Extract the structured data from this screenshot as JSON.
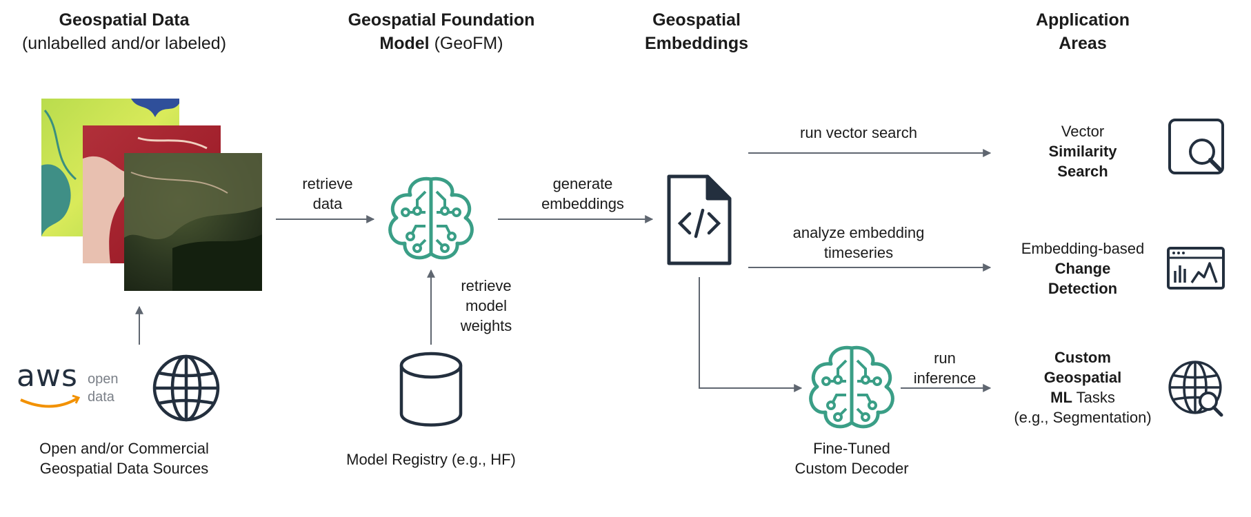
{
  "headers": {
    "data_title": "Geospatial Data",
    "data_sub": "(unlabelled and/or labeled)",
    "model_line1": "Geospatial Foundation",
    "model_bold": "Model",
    "model_abbr": " (GeoFM)",
    "emb_line1": "Geospatial",
    "emb_line2": "Embeddings",
    "app_line1": "Application",
    "app_line2": "Areas"
  },
  "labels": {
    "retrieve_data": [
      "retrieve",
      "data"
    ],
    "generate_embeddings": [
      "generate",
      "embeddings"
    ],
    "retrieve_weights": [
      "retrieve",
      "model",
      "weights"
    ],
    "run_vector_search": "run vector search",
    "analyze_timeseries": [
      "analyze embedding",
      "timeseries"
    ],
    "run_inference": [
      "run",
      "inference"
    ]
  },
  "sources": {
    "aws_logo": "aws",
    "open_data": [
      "open",
      "data"
    ],
    "caption": [
      "Open and/or Commercial",
      "Geospatial Data Sources"
    ]
  },
  "registry": {
    "caption": "Model Registry (e.g., HF)"
  },
  "decoder": {
    "caption": [
      "Fine-Tuned",
      "Custom Decoder"
    ]
  },
  "applications": {
    "similarity": {
      "line1": "Vector",
      "line2": "Similarity",
      "line3": "Search"
    },
    "change": {
      "line1": "Embedding-based",
      "line2": "Change",
      "line3": "Detection"
    },
    "custom": {
      "line1": "Custom",
      "line2": "Geospatial",
      "line3_bold": "ML",
      "line3_rest": " Tasks",
      "line4": "(e.g., Segmentation)"
    }
  },
  "icons": [
    "satellite-imagery-stack",
    "brain-circuit-icon",
    "code-file-icon",
    "database-icon",
    "globe-icon",
    "magnifier-icon",
    "dashboard-chart-icon",
    "globe-search-icon"
  ],
  "colors": {
    "teal": "#3a9e86",
    "dark": "#232f3e",
    "arrow": "#5f6670",
    "aws_orange": "#f29100"
  }
}
